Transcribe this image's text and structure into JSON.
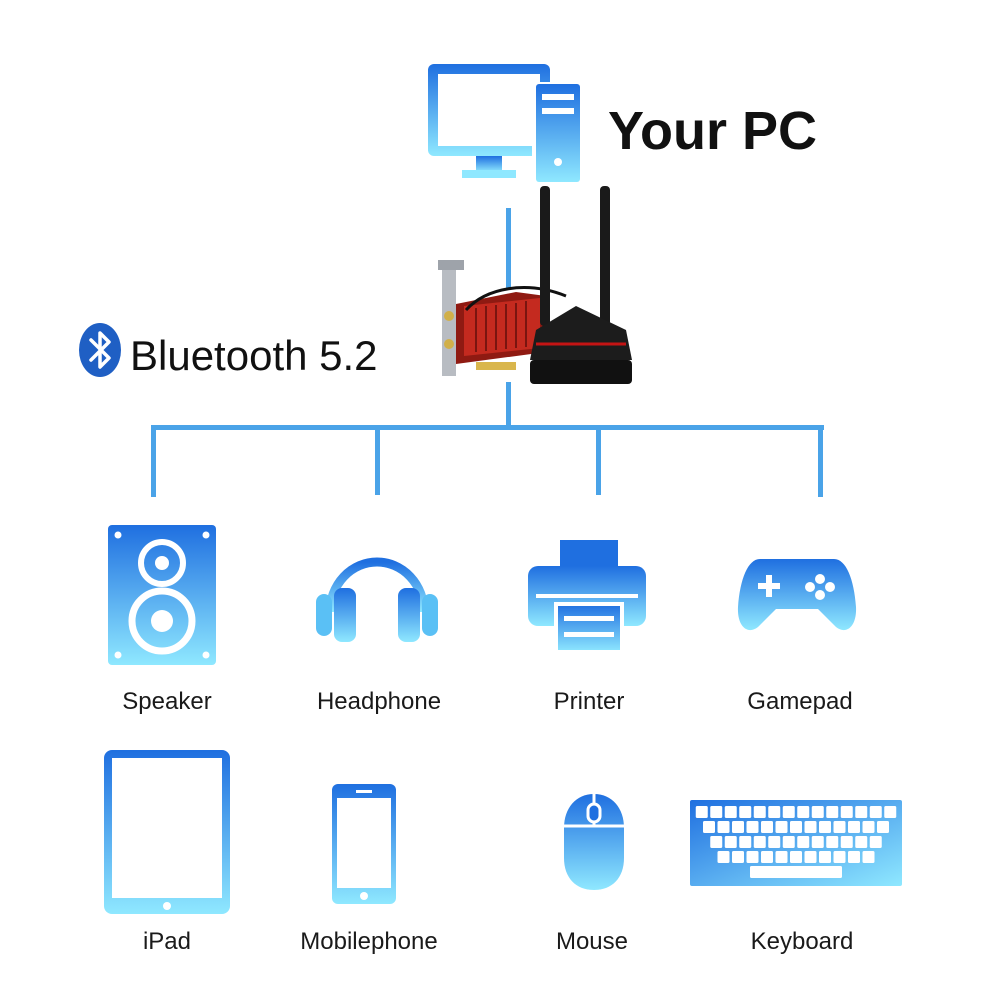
{
  "header": {
    "title": "Your PC"
  },
  "adapter": {
    "label": "Bluetooth 5.2",
    "bluetooth_icon": "bluetooth-icon"
  },
  "devices": [
    {
      "label": "Speaker",
      "icon": "speaker-icon"
    },
    {
      "label": "Headphone",
      "icon": "headphone-icon"
    },
    {
      "label": "Printer",
      "icon": "printer-icon"
    },
    {
      "label": "Gamepad",
      "icon": "gamepad-icon"
    },
    {
      "label": "iPad",
      "icon": "tablet-icon"
    },
    {
      "label": "Mobilephone",
      "icon": "phone-icon"
    },
    {
      "label": "Mouse",
      "icon": "mouse-icon"
    },
    {
      "label": "Keyboard",
      "icon": "keyboard-icon"
    }
  ],
  "colors": {
    "accent": "#4aa3e8",
    "icon_top": "#1f6fe0",
    "icon_bottom": "#8fe8ff"
  }
}
